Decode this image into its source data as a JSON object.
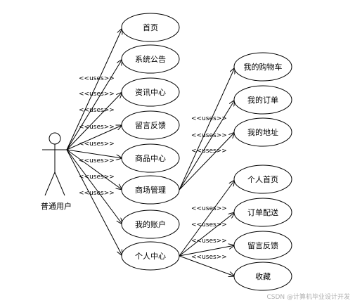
{
  "actor": {
    "name": "普通用户"
  },
  "use_cases": {
    "home": "首页",
    "announcements": "系统公告",
    "news": "资讯中心",
    "feedback": "留言反馈",
    "products": "商品中心",
    "mall": "商场管理",
    "account": "我的账户",
    "personal": "个人中心",
    "cart": "我的购物车",
    "orders": "我的订单",
    "address": "我的地址",
    "personal_home": "个人首页",
    "delivery": "订单配送",
    "personal_feedback": "留言反馈",
    "favorites": "收藏"
  },
  "relation_label": "<<uses>>",
  "watermark": "CSDN @计算机毕业设计开发"
}
